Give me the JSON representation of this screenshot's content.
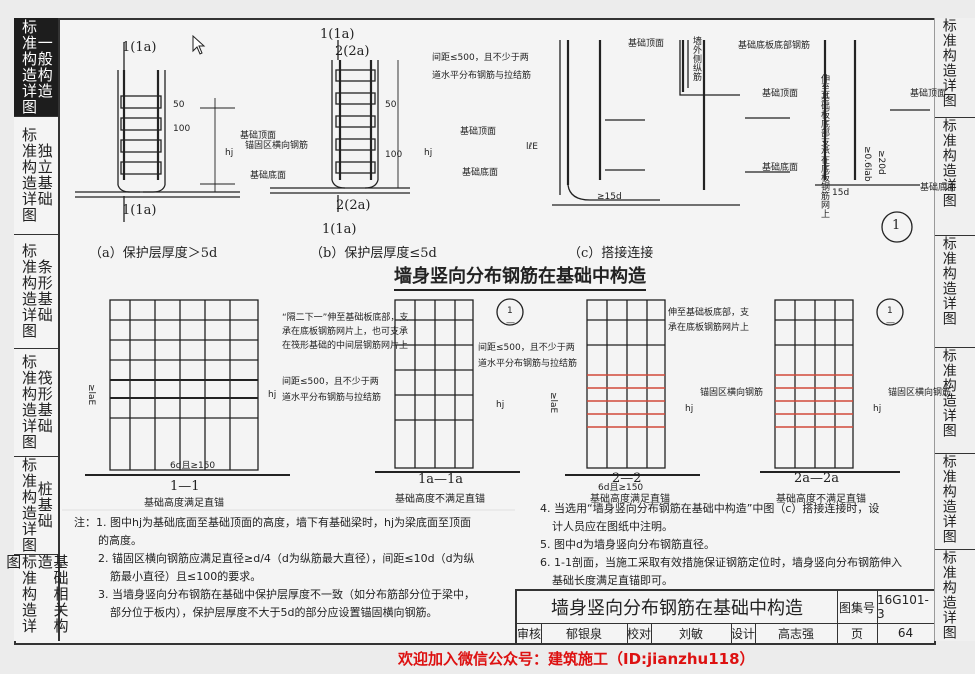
{
  "left_tabs": [
    {
      "label": "一般构造",
      "sub": "标准构造详图",
      "active": true
    },
    {
      "label": "独立基础",
      "sub": "标准构造详图",
      "active": false
    },
    {
      "label": "条形基础",
      "sub": "标准构造详图",
      "active": false
    },
    {
      "label": "筏形基础",
      "sub": "标准构造详图",
      "active": false
    },
    {
      "label": "桩基础",
      "sub": "标准构造详图",
      "active": false
    },
    {
      "label": "基础相关构造",
      "sub": "标准构造详图",
      "active": false
    }
  ],
  "right_tabs": [
    {
      "label": "标准构造详图",
      "active": true
    },
    {
      "label": "标准构造详图",
      "active": false
    },
    {
      "label": "标准构造详图",
      "active": false
    },
    {
      "label": "标准构造详图",
      "active": false
    },
    {
      "label": "标准构造详图",
      "active": false
    },
    {
      "label": "标准构造详图",
      "active": false
    }
  ],
  "top": {
    "a_caption": "（a）保护层厚度＞5d",
    "b_caption": "（b）保护层厚度≤5d",
    "c_caption": "（c）搭接连接",
    "sec_1_1a": "1(1a)",
    "sec_2_2a": "2(2a)",
    "dim_50": "50",
    "dim_100": "100",
    "dim_hj": "hj",
    "dim_lle": "lℓE",
    "dim_15d": "≥15d",
    "dim_15d_b": "15d",
    "dim_06": "≥0.6lab",
    "dim_20d": "≥20d",
    "found_top": "基础顶面",
    "found_bottom": "基础底面",
    "anchor_bar": "锚固区横向钢筋",
    "spacing_note_1": "间距≤500，且不少于两",
    "spacing_note_2": "道水平分布钢筋与拉结筋",
    "slab_bottom": "基础底板底部钢筋",
    "wall_vertical": "墙外侧纵筋",
    "extend_note": "伸至基础板底部支承在底板钢筋网上",
    "circle_no": "1"
  },
  "heading": "墙身竖向分布钢筋在基础中构造",
  "bottom": {
    "note_gexia_1": "“隔二下一”伸至基础板底部，支",
    "note_gexia_2": "承在底板钢筋网片上，也可支承",
    "note_gexia_3": "在筏形基础的中间层钢筋网片上",
    "note_spacing_1": "间距≤500，且不少于两",
    "note_spacing_2": "道水平分布钢筋与拉结筋",
    "note_extend_1": "伸至基础板底部，支",
    "note_extend_2": "承在底板钢筋网片上",
    "anchor_bar": "锚固区横向钢筋",
    "dim_lae": "≥laE",
    "dim_hj": "hj",
    "dim_6d": "6d且≥150",
    "circle_no": "1",
    "circle_sub": "—",
    "sections": [
      {
        "title": "1—1",
        "caption": "基础高度满足直锚"
      },
      {
        "title": "1a—1a",
        "caption": "基础高度不满足直锚"
      },
      {
        "title": "2—2",
        "caption": "基础高度满足直锚"
      },
      {
        "title": "2a—2a",
        "caption": "基础高度不满足直锚"
      }
    ]
  },
  "notes_left": [
    "注：1. 图中hj为基础底面至基础顶面的高度，墙下有基础梁时，hj为梁底面至顶面",
    "的高度。",
    "2. 锚固区横向钢筋应满足直径≥d/4（d为纵筋最大直径），间距≤10d（d为纵",
    "筋最小直径）且≤100的要求。",
    "3. 当墙身竖向分布钢筋在基础中保护层厚度不一致（如分布筋部分位于梁中，",
    "部分位于板内），保护层厚度不大于5d的部分应设置锚固横向钢筋。"
  ],
  "notes_right": [
    "4. 当选用“墙身竖向分布钢筋在基础中构造”中图（c）搭接连接时，设",
    "计人员应在图纸中注明。",
    "5. 图中d为墙身竖向分布钢筋直径。",
    "6. 1-1剖面，当施工采取有效措施保证钢筋定位时，墙身竖向分布钢筋伸入",
    "基础长度满足直锚即可。"
  ],
  "titleblock": {
    "title": "墙身竖向分布钢筋在基础中构造",
    "atlas_label": "图集号",
    "atlas_no": "16G101-3",
    "page_label": "页",
    "page_no": "64",
    "review": "审核",
    "reviewer": "郁银泉",
    "check": "校对",
    "checker": "刘敏",
    "design": "设计",
    "designer": "高志强"
  },
  "footer": "欢迎加入微信公众号：建筑施工（ID:jianzhu118）"
}
